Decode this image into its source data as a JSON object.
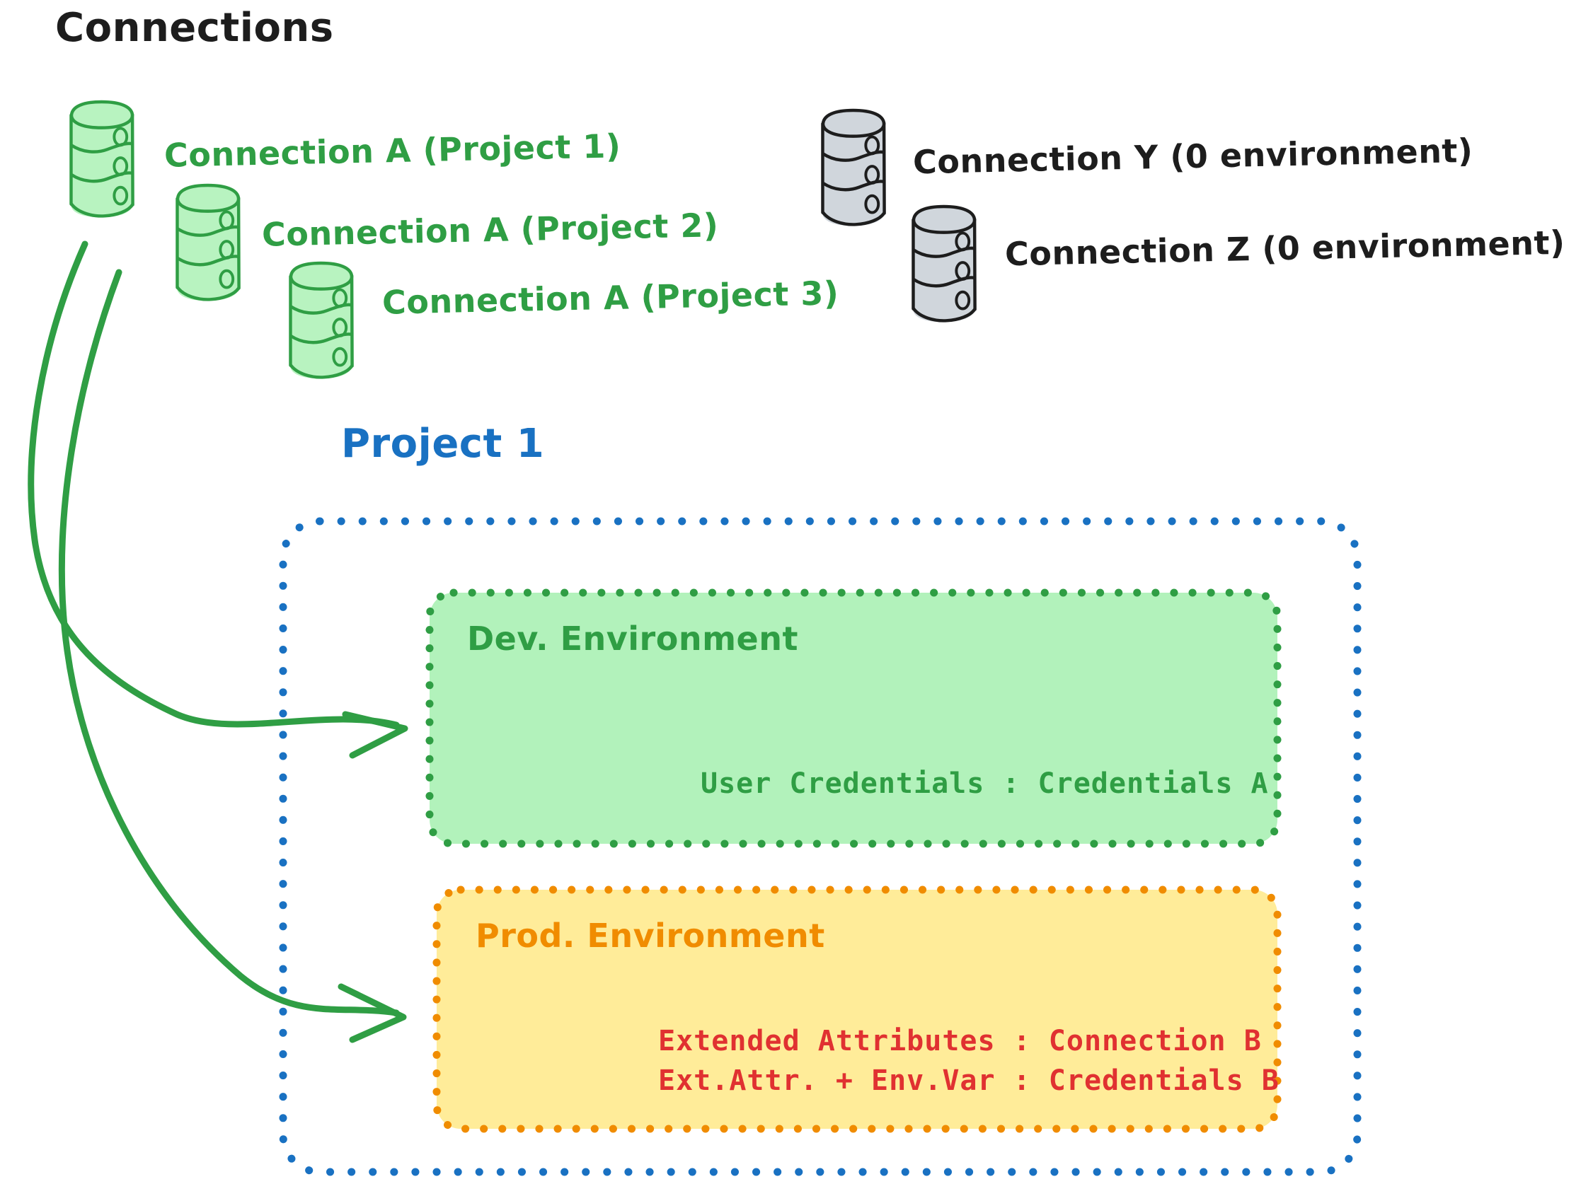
{
  "title": "Connections",
  "colors": {
    "green_stroke": "#2f9e44",
    "green_fill": "#b2f2bb",
    "gray_stroke": "#1d1d1d",
    "gray_fill": "#ced4da",
    "blue": "#1971c2",
    "orange": "#f08c00",
    "orange_fill": "#ffec99",
    "red": "#e03131",
    "black": "#1d1d1d"
  },
  "connections": {
    "green": [
      {
        "id": "connection-a-project-1",
        "label": "Connection A (Project 1)",
        "icon": "database-cylinder-icon"
      },
      {
        "id": "connection-a-project-2",
        "label": "Connection A (Project 2)",
        "icon": "database-cylinder-icon"
      },
      {
        "id": "connection-a-project-3",
        "label": "Connection A (Project 3)",
        "icon": "database-cylinder-icon"
      }
    ],
    "gray": [
      {
        "id": "connection-y",
        "label": "Connection Y (0 environment)",
        "icon": "database-cylinder-icon"
      },
      {
        "id": "connection-z",
        "label": "Connection Z (0 environment)",
        "icon": "database-cylinder-icon"
      }
    ]
  },
  "project": {
    "title": "Project 1",
    "environments": [
      {
        "id": "dev-environment",
        "title": "Dev. Environment",
        "rows": [
          "User Credentials : Credentials A"
        ]
      },
      {
        "id": "prod-environment",
        "title": "Prod. Environment",
        "rows": [
          "Extended Attributes : Connection B",
          "Ext.Attr. + Env.Var : Credentials B"
        ]
      }
    ]
  },
  "arrows": [
    {
      "id": "arrow-connection-a-to-dev",
      "from": "connection-a-project-1",
      "to": "dev-environment"
    },
    {
      "id": "arrow-connection-a-to-prod",
      "from": "connection-a-project-1",
      "to": "prod-environment"
    }
  ]
}
